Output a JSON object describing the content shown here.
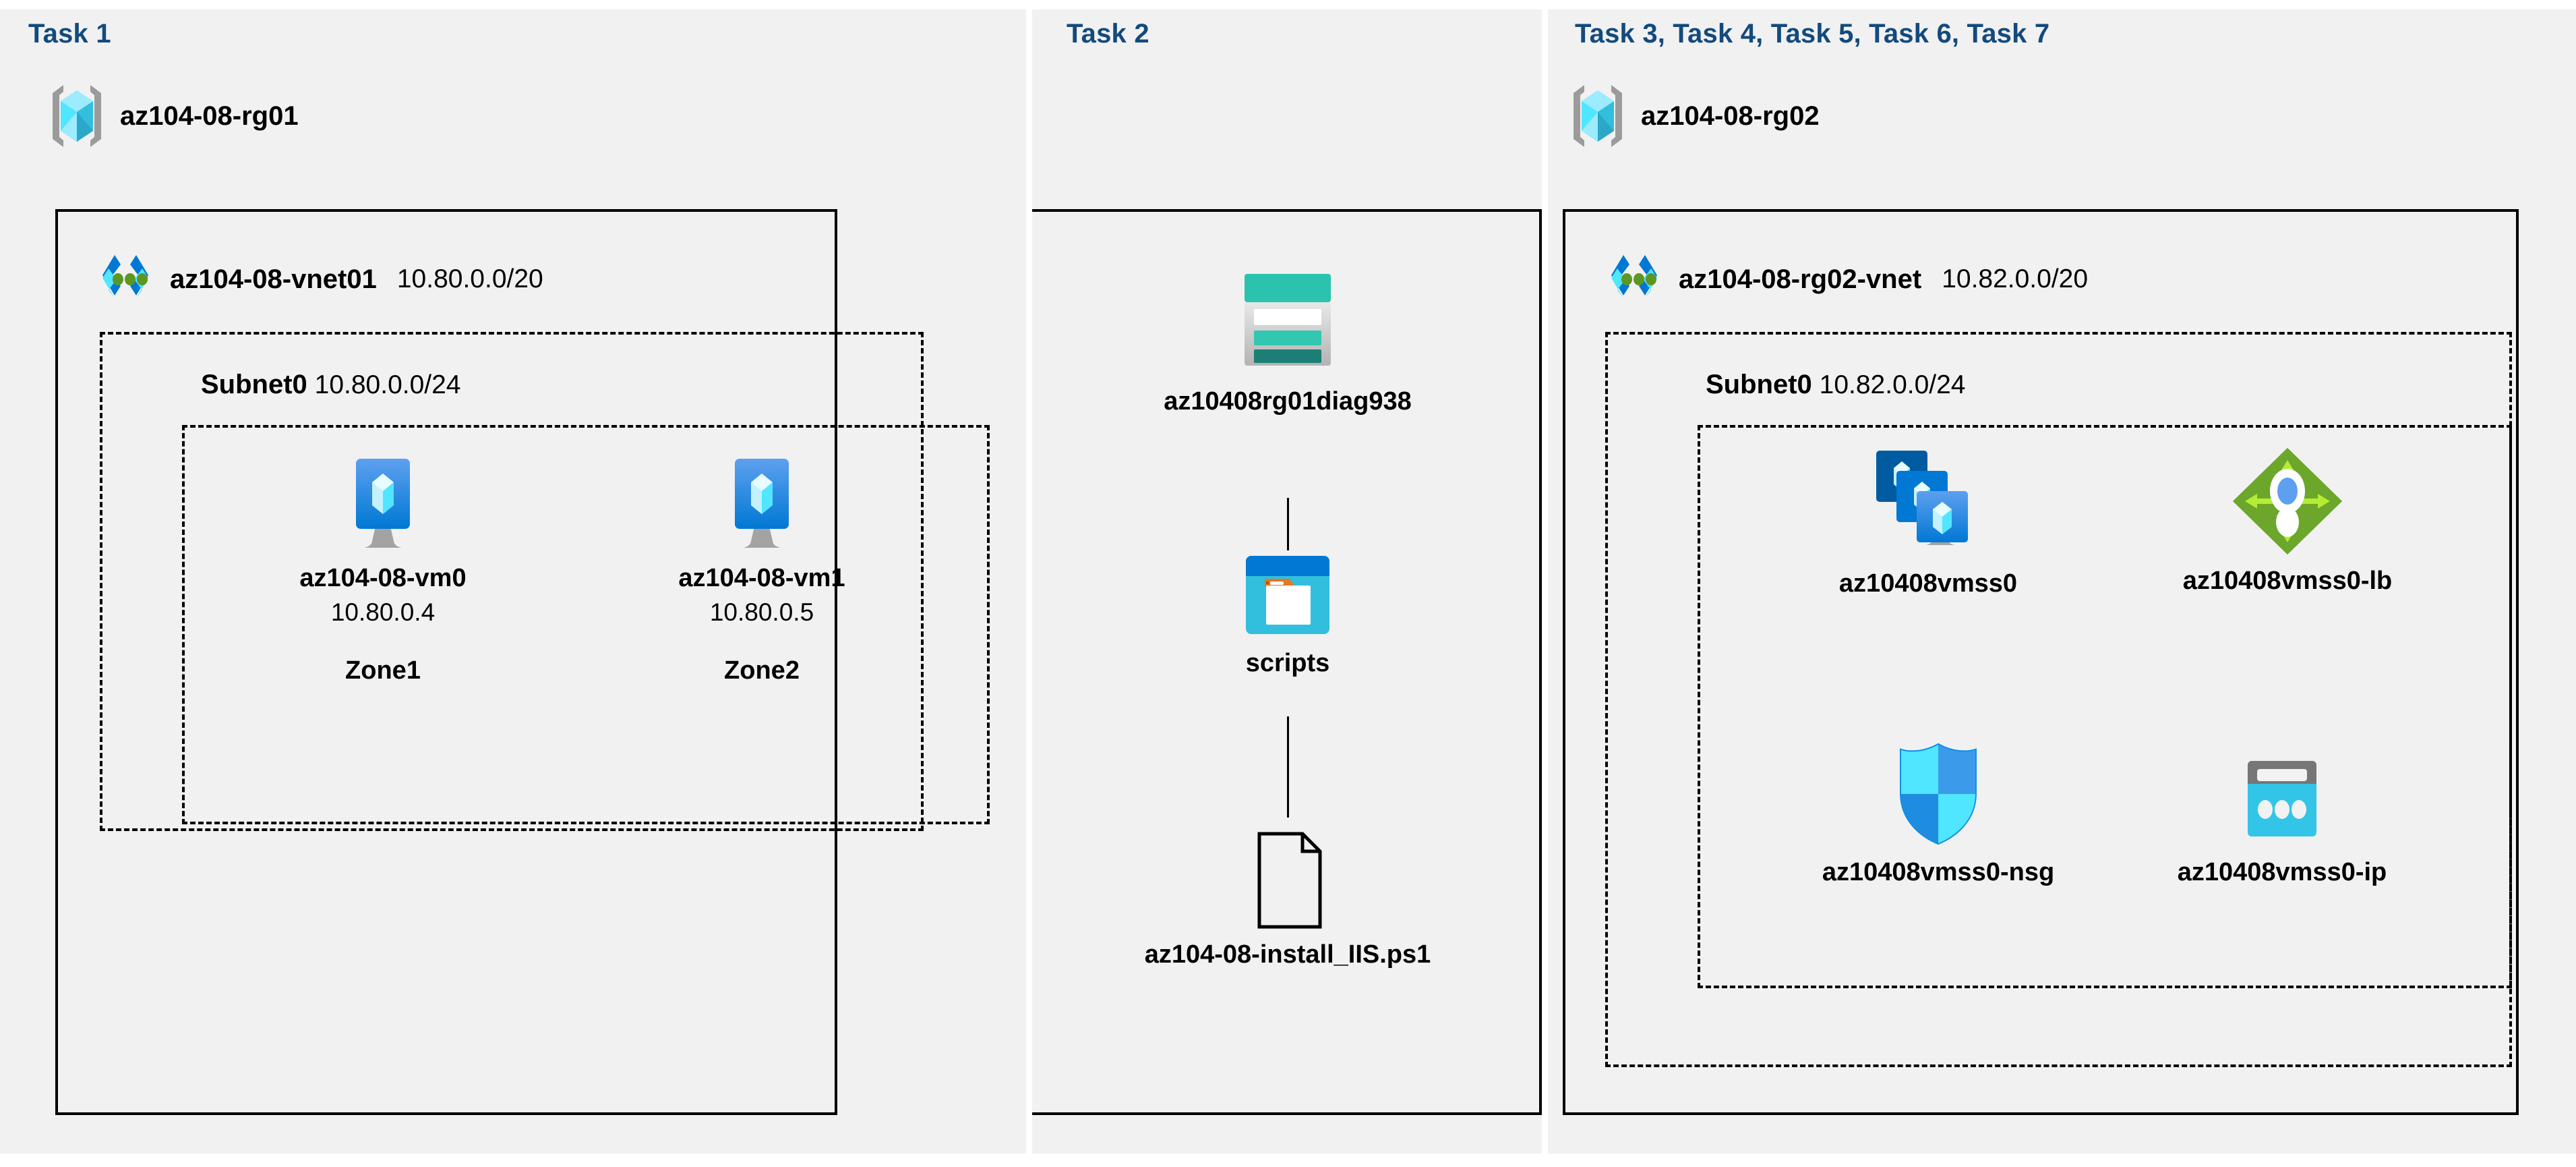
{
  "columns": [
    {
      "header": "Task 1"
    },
    {
      "header": "Task 2"
    },
    {
      "header": "Task 3, Task 4, Task 5, Task 6, Task 7"
    }
  ],
  "resource_groups": [
    {
      "icon": "resource-group-icon",
      "name": "az104-08-rg01"
    },
    {
      "icon": "resource-group-icon",
      "name": "az104-08-rg02"
    }
  ],
  "vnets": [
    {
      "icon": "virtual-network-icon",
      "name": "az104-08-vnet01",
      "cidr": "10.80.0.0/20"
    },
    {
      "icon": "virtual-network-icon",
      "name": "az104-08-rg02-vnet",
      "cidr": "10.82.0.0/20"
    }
  ],
  "subnets": [
    {
      "name": "Subnet0",
      "cidr": "10.80.0.0/24"
    },
    {
      "name": "Subnet0",
      "cidr": "10.82.0.0/24"
    }
  ],
  "vms": [
    {
      "icon": "virtual-machine-icon",
      "name": "az104-08-vm0",
      "ip": "10.80.0.4",
      "zone": "Zone1"
    },
    {
      "icon": "virtual-machine-icon",
      "name": "az104-08-vm1",
      "ip": "10.80.0.5",
      "zone": "Zone2"
    }
  ],
  "storage": {
    "account": {
      "icon": "storage-account-icon",
      "name": "az10408rg01diag938"
    },
    "container": {
      "icon": "blob-container-icon",
      "name": "scripts"
    },
    "file": {
      "icon": "file-icon",
      "name": "az104-08-install_IIS.ps1"
    }
  },
  "scale_set_resources": [
    {
      "icon": "vm-scale-set-icon",
      "name": "az10408vmss0"
    },
    {
      "icon": "load-balancer-icon",
      "name": "az10408vmss0-lb"
    },
    {
      "icon": "network-security-group-icon",
      "name": "az10408vmss0-nsg"
    },
    {
      "icon": "public-ip-address-icon",
      "name": "az10408vmss0-ip"
    }
  ],
  "colors": {
    "panel_bg": "#f1f1f1",
    "task_header": "#134a7e",
    "border": "#000000",
    "azure_blue": "#0078d4",
    "azure_cyan": "#50e6ff",
    "storage_teal": "#2bc3ae",
    "lb_green": "#6eab30"
  }
}
